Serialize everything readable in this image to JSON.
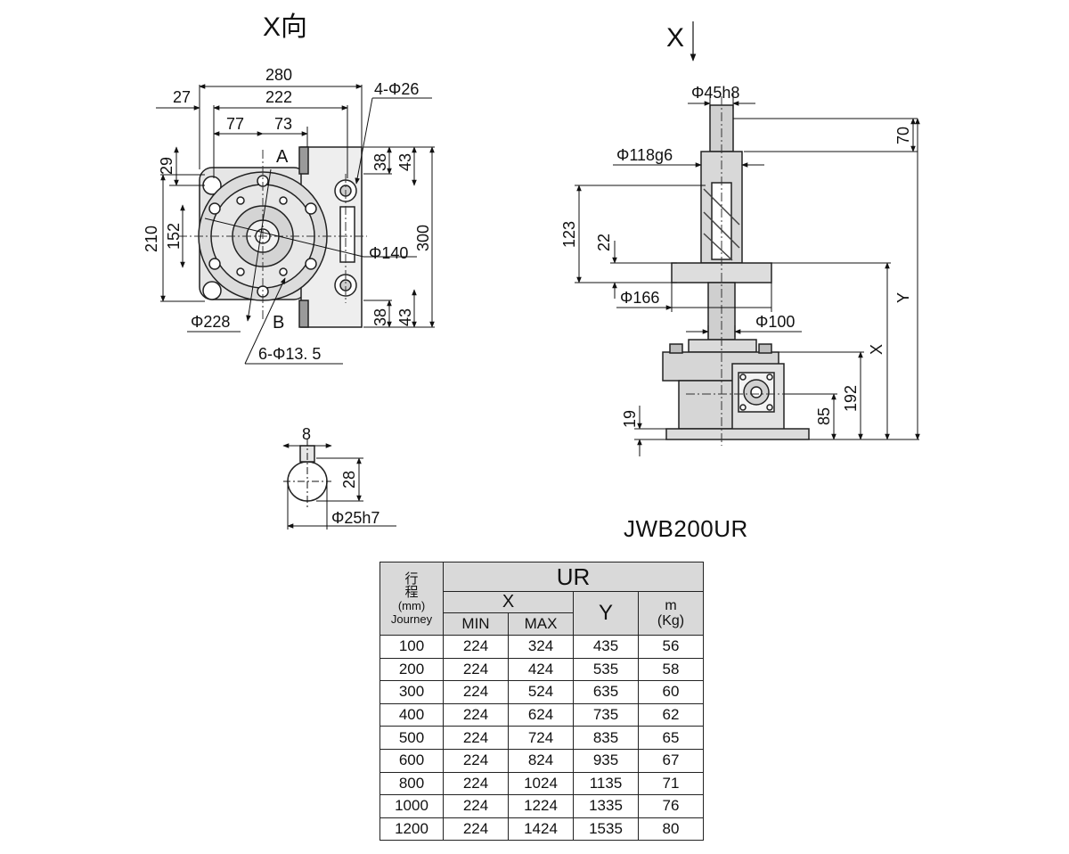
{
  "view_titles": {
    "x_view": "X向",
    "x_arrow": "X"
  },
  "dimensions_plan": {
    "d280": "280",
    "d222": "222",
    "d27": "27",
    "d77": "77",
    "d73": "73",
    "holes_4": "4-Φ26",
    "d29": "29",
    "d210": "210",
    "d152": "152",
    "d38_top": "38",
    "d43_top": "43",
    "d300": "300",
    "d140": "Φ140",
    "d228": "Φ228",
    "d38_bot": "38",
    "d43_bot": "43",
    "holes_6": "6-Φ13. 5",
    "label_a": "A",
    "label_b": "B"
  },
  "dimensions_side": {
    "d45": "Φ45h8",
    "d70": "70",
    "d118": "Φ118g6",
    "d123": "123",
    "d22": "22",
    "d166": "Φ166",
    "d100": "Φ100",
    "label_y": "Y",
    "label_x": "X",
    "d192": "192",
    "d85": "85",
    "d19": "19"
  },
  "dimensions_shaft": {
    "d8": "8",
    "d28": "28",
    "d25": "Φ25h7"
  },
  "model": "JWB200UR",
  "table": {
    "journey_label_zh": "行\n程",
    "journey_unit": "(mm)",
    "journey_label_en": "Journey",
    "group": "UR",
    "x_group": "X",
    "min": "MIN",
    "max": "MAX",
    "y": "Y",
    "mass_label": "m",
    "mass_unit": "(Kg)",
    "rows": [
      [
        "100",
        "224",
        "324",
        "435",
        "56"
      ],
      [
        "200",
        "224",
        "424",
        "535",
        "58"
      ],
      [
        "300",
        "224",
        "524",
        "635",
        "60"
      ],
      [
        "400",
        "224",
        "624",
        "735",
        "62"
      ],
      [
        "500",
        "224",
        "724",
        "835",
        "65"
      ],
      [
        "600",
        "224",
        "824",
        "935",
        "67"
      ],
      [
        "800",
        "224",
        "1024",
        "1135",
        "71"
      ],
      [
        "1000",
        "224",
        "1224",
        "1335",
        "76"
      ],
      [
        "1200",
        "224",
        "1424",
        "1535",
        "80"
      ]
    ]
  }
}
